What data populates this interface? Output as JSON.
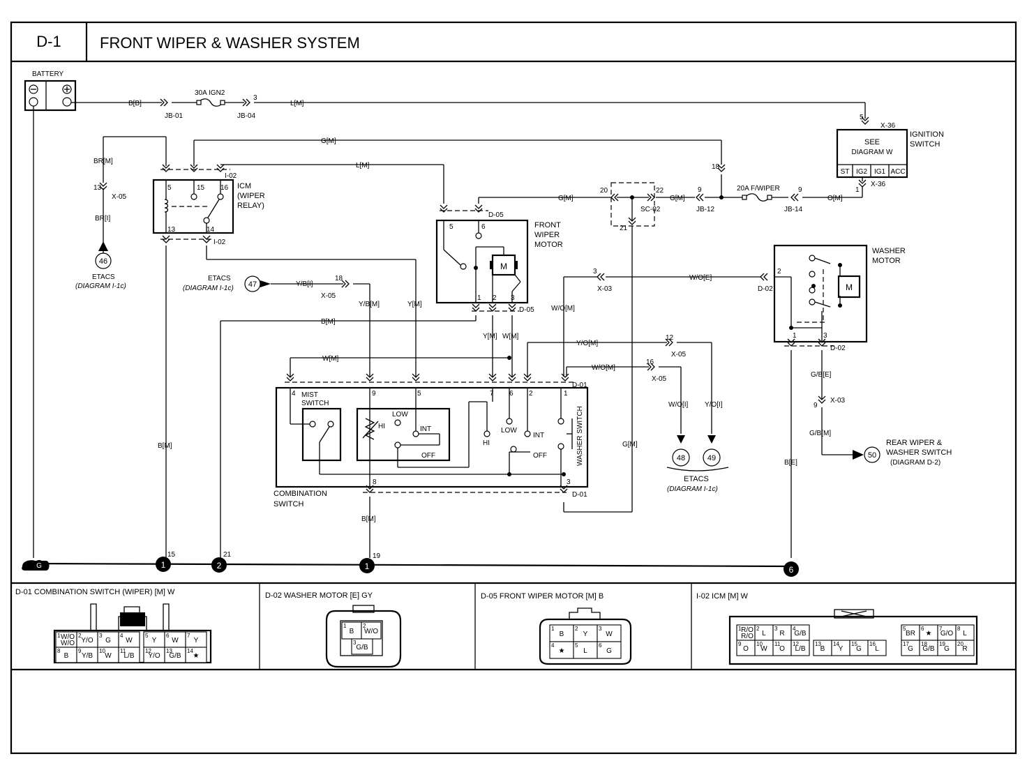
{
  "header": {
    "code": "D-1",
    "title": "FRONT WIPER & WASHER SYSTEM"
  },
  "labels": {
    "battery": "BATTERY",
    "fuse_main": "30A IGN2",
    "fuse_wiper": "20A F/WIPER",
    "icm": [
      "ICM",
      "(WIPER",
      "RELAY)"
    ],
    "ignition": [
      "IGNITION",
      "SWITCH"
    ],
    "see_diag": [
      "SEE",
      "DIAGRAM W"
    ],
    "ign_pos": [
      "ST",
      "IG2",
      "IG1",
      "ACC"
    ],
    "front_motor": [
      "FRONT",
      "WIPER",
      "MOTOR"
    ],
    "washer_motor": [
      "WASHER",
      "MOTOR"
    ],
    "motor_m": "M",
    "comb_switch": [
      "COMBINATION",
      "SWITCH"
    ],
    "mist_switch": [
      "MIST",
      "SWITCH"
    ],
    "washer_switch": "WASHER SWITCH",
    "rear_wiper": [
      "REAR WIPER &",
      "WASHER SWITCH",
      "(DIAGRAM D-2)"
    ],
    "etacs": "ETACS",
    "diag_i1c": "(DIAGRAM I-1c)",
    "ref_46": "46",
    "ref_47": "47",
    "ref_48": "48",
    "ref_49": "49",
    "ref_50": "50",
    "ground_g": "G",
    "ground_1": "1",
    "ground_2": "2",
    "ground_6": "6",
    "sw_hi": "HI",
    "sw_low": "LOW",
    "sw_int": "INT",
    "sw_off": "OFF",
    "wires": {
      "bb": "B[B]",
      "lm": "L[M]",
      "gm": "G[M]",
      "brm": "BR[M]",
      "bri": "BR[I]",
      "ybi": "Y/B[I]",
      "ybm": "Y/B[M]",
      "ym": "Y[M]",
      "wm": "W[M]",
      "bm": "B[M]",
      "wom": "W/O[M]",
      "woe": "W/O[E]",
      "yom": "Y/O[M]",
      "woi": "W/O[I]",
      "yoi": "Y/O[I]",
      "gbe": "G/B[E]",
      "gbm": "G/B[M]",
      "be": "B[E]",
      "om": "O[M]"
    },
    "conn": {
      "jb01": "JB-01",
      "jb04": "JB-04",
      "jb12": "JB-12",
      "jb14": "JB-14",
      "x36": "X-36",
      "x05": "X-05",
      "x03": "X-03",
      "i02": "I-02",
      "d05": "D-05",
      "d01": "D-01",
      "d02": "D-02",
      "sc02": "SC-02"
    }
  },
  "connectors": [
    {
      "title": "D-01 COMBINATION SWITCH (WIPER) [M] W"
    },
    {
      "title": "D-02 WASHER MOTOR [E] GY"
    },
    {
      "title": "D-05 FRONT WIPER MOTOR [M] B"
    },
    {
      "title": "I-02 ICM [M] W"
    }
  ],
  "connector_pins": {
    "d01": [
      [
        "1",
        "W/O W/O"
      ],
      [
        "2",
        "Y/O"
      ],
      [
        "3",
        "G"
      ],
      [
        "4",
        "W"
      ],
      [
        "5",
        "Y"
      ],
      [
        "6",
        "W"
      ],
      [
        "7",
        "Y"
      ],
      [
        "8",
        "B"
      ],
      [
        "9",
        "Y/B"
      ],
      [
        "10",
        "W"
      ],
      [
        "11",
        "L/B"
      ],
      [
        "12",
        "Y/O"
      ],
      [
        "13",
        "G/B"
      ],
      [
        "14",
        "★"
      ]
    ],
    "d02": [
      [
        "1",
        "B"
      ],
      [
        "2",
        "W/O"
      ],
      [
        "3",
        "G/B"
      ]
    ],
    "d05": [
      [
        "1",
        "B"
      ],
      [
        "2",
        "Y"
      ],
      [
        "3",
        "W"
      ],
      [
        "4",
        "★"
      ],
      [
        "5",
        "L"
      ],
      [
        "6",
        "G"
      ]
    ],
    "i02": [
      [
        "1",
        "R/O R/O"
      ],
      [
        "2",
        "L"
      ],
      [
        "3",
        "R"
      ],
      [
        "4",
        "G/B"
      ],
      [
        "5",
        "BR"
      ],
      [
        "6",
        "★"
      ],
      [
        "7",
        "G/O"
      ],
      [
        "8",
        "L"
      ],
      [
        "9",
        "O"
      ],
      [
        "10",
        "W"
      ],
      [
        "11",
        "O"
      ],
      [
        "12",
        "L/B"
      ],
      [
        "13",
        "B"
      ],
      [
        "14",
        "Y"
      ],
      [
        "15",
        "G"
      ],
      [
        "16",
        "L"
      ],
      [
        "17",
        "G"
      ],
      [
        "18",
        "G/B"
      ],
      [
        "19",
        "G"
      ],
      [
        "20",
        "R"
      ]
    ]
  }
}
